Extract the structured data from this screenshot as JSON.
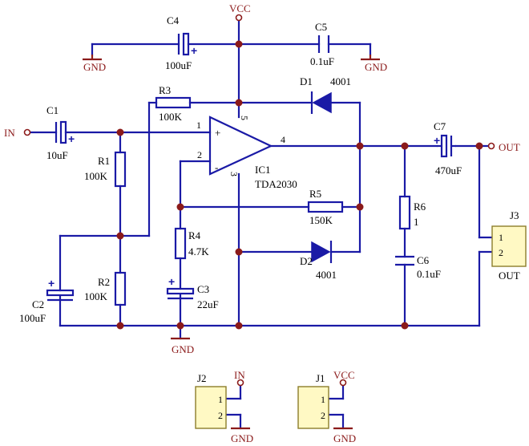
{
  "nets": {
    "vcc": "VCC",
    "gnd": "GND",
    "in": "IN",
    "out": "OUT"
  },
  "components": {
    "c1": {
      "ref": "C1",
      "value": "10uF"
    },
    "c2": {
      "ref": "C2",
      "value": "100uF"
    },
    "c3": {
      "ref": "C3",
      "value": "22uF"
    },
    "c4": {
      "ref": "C4",
      "value": "100uF"
    },
    "c5": {
      "ref": "C5",
      "value": "0.1uF"
    },
    "c6": {
      "ref": "C6",
      "value": "0.1uF"
    },
    "c7": {
      "ref": "C7",
      "value": "470uF"
    },
    "r1": {
      "ref": "R1",
      "value": "100K"
    },
    "r2": {
      "ref": "R2",
      "value": "100K"
    },
    "r3": {
      "ref": "R3",
      "value": "100K"
    },
    "r4": {
      "ref": "R4",
      "value": "4.7K"
    },
    "r5": {
      "ref": "R5",
      "value": "150K"
    },
    "r6": {
      "ref": "R6",
      "value": "1"
    },
    "d1": {
      "ref": "D1",
      "value": "4001"
    },
    "d2": {
      "ref": "D2",
      "value": "4001"
    },
    "ic1": {
      "ref": "IC1",
      "value": "TDA2030"
    },
    "j1": {
      "ref": "J1"
    },
    "j2": {
      "ref": "J2"
    },
    "j3": {
      "ref": "J3",
      "label": "OUT"
    }
  },
  "ic_pins": {
    "p1": "1",
    "p2": "2",
    "p3": "3",
    "p4": "4",
    "p5": "5",
    "plus": "+",
    "minus": "-"
  },
  "connector_pins": {
    "p1": "1",
    "p2": "2"
  },
  "polarity_mark": "+"
}
